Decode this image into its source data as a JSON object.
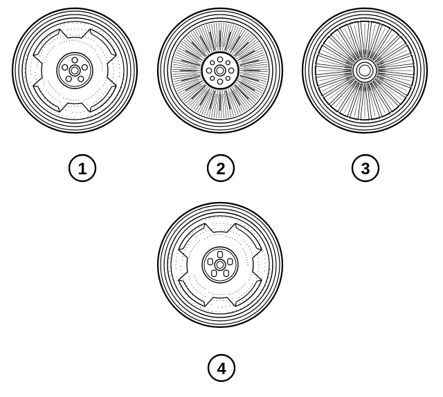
{
  "wheels": [
    {
      "id": "1",
      "label": "1",
      "style": "slotted-steel"
    },
    {
      "id": "2",
      "label": "2",
      "style": "spoke-hubcap"
    },
    {
      "id": "3",
      "label": "3",
      "style": "turbine-cover"
    },
    {
      "id": "4",
      "label": "4",
      "style": "slotted-steel-center-cap"
    }
  ],
  "colors": {
    "ink": "#000000",
    "paper": "#ffffff"
  }
}
